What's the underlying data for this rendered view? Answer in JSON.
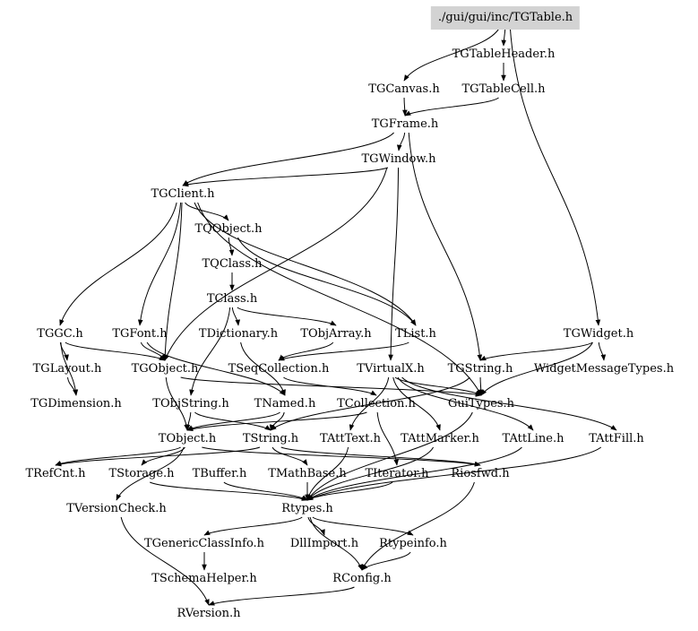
{
  "root": "./gui/gui/inc/TGTable.h",
  "nodes": [
    {
      "id": "tgtable",
      "label": "./gui/gui/inc/TGTable.h",
      "root": true
    },
    {
      "id": "tgtableheader",
      "label": "TGTableHeader.h"
    },
    {
      "id": "tgcanvas",
      "label": "TGCanvas.h"
    },
    {
      "id": "tgtablecell",
      "label": "TGTableCell.h"
    },
    {
      "id": "tgframe",
      "label": "TGFrame.h"
    },
    {
      "id": "tgwindow",
      "label": "TGWindow.h"
    },
    {
      "id": "tgclient",
      "label": "TGClient.h"
    },
    {
      "id": "tqobject",
      "label": "TQObject.h"
    },
    {
      "id": "tqclass",
      "label": "TQClass.h"
    },
    {
      "id": "tclass",
      "label": "TClass.h"
    },
    {
      "id": "tggc",
      "label": "TGGC.h"
    },
    {
      "id": "tgfont",
      "label": "TGFont.h"
    },
    {
      "id": "tdictionary",
      "label": "TDictionary.h"
    },
    {
      "id": "tobjarray",
      "label": "TObjArray.h"
    },
    {
      "id": "tlist",
      "label": "TList.h"
    },
    {
      "id": "tgwidget",
      "label": "TGWidget.h"
    },
    {
      "id": "tglayout",
      "label": "TGLayout.h"
    },
    {
      "id": "tgobject",
      "label": "TGObject.h"
    },
    {
      "id": "tseqcollection",
      "label": "TSeqCollection.h"
    },
    {
      "id": "tvirtualx",
      "label": "TVirtualX.h"
    },
    {
      "id": "tgstring",
      "label": "TGString.h"
    },
    {
      "id": "widgetmessagetypes",
      "label": "WidgetMessageTypes.h"
    },
    {
      "id": "tgdimension",
      "label": "TGDimension.h"
    },
    {
      "id": "tobjstring",
      "label": "TObjString.h"
    },
    {
      "id": "tnamed",
      "label": "TNamed.h"
    },
    {
      "id": "tcollection",
      "label": "TCollection.h"
    },
    {
      "id": "guitypes",
      "label": "GuiTypes.h"
    },
    {
      "id": "tobject",
      "label": "TObject.h"
    },
    {
      "id": "tstring",
      "label": "TString.h"
    },
    {
      "id": "tatttext",
      "label": "TAttText.h"
    },
    {
      "id": "tattmarker",
      "label": "TAttMarker.h"
    },
    {
      "id": "tattline",
      "label": "TAttLine.h"
    },
    {
      "id": "tattfill",
      "label": "TAttFill.h"
    },
    {
      "id": "trefcnt",
      "label": "TRefCnt.h"
    },
    {
      "id": "tstorage",
      "label": "TStorage.h"
    },
    {
      "id": "tbuffer",
      "label": "TBuffer.h"
    },
    {
      "id": "tmathbase",
      "label": "TMathBase.h"
    },
    {
      "id": "titerator",
      "label": "TIterator.h"
    },
    {
      "id": "riosfwd",
      "label": "Riosfwd.h"
    },
    {
      "id": "tversioncheck",
      "label": "TVersionCheck.h"
    },
    {
      "id": "rtypes",
      "label": "Rtypes.h"
    },
    {
      "id": "tgenericclassinfo",
      "label": "TGenericClassInfo.h"
    },
    {
      "id": "dllimport",
      "label": "DllImport.h"
    },
    {
      "id": "rtypeinfo",
      "label": "Rtypeinfo.h"
    },
    {
      "id": "tschemahelper",
      "label": "TSchemaHelper.h"
    },
    {
      "id": "rconfig",
      "label": "RConfig.h"
    },
    {
      "id": "rversion",
      "label": "RVersion.h"
    }
  ],
  "edges": [
    [
      "tgtable",
      "tgtableheader"
    ],
    [
      "tgtable",
      "tgcanvas"
    ],
    [
      "tgtable",
      "tgwidget"
    ],
    [
      "tgtableheader",
      "tgtablecell"
    ],
    [
      "tgcanvas",
      "tgframe"
    ],
    [
      "tgtablecell",
      "tgframe"
    ],
    [
      "tgframe",
      "tgwindow"
    ],
    [
      "tgframe",
      "tgclient"
    ],
    [
      "tgframe",
      "tgstring"
    ],
    [
      "tgwindow",
      "tgclient"
    ],
    [
      "tgwindow",
      "tgobject"
    ],
    [
      "tgwindow",
      "tvirtualx"
    ],
    [
      "tgclient",
      "tqobject"
    ],
    [
      "tgclient",
      "tggc"
    ],
    [
      "tgclient",
      "tgfont"
    ],
    [
      "tgclient",
      "tlist"
    ],
    [
      "tgclient",
      "tgobject"
    ],
    [
      "tgclient",
      "guitypes"
    ],
    [
      "tqobject",
      "tqclass"
    ],
    [
      "tqobject",
      "tlist"
    ],
    [
      "tqclass",
      "tclass"
    ],
    [
      "tclass",
      "tdictionary"
    ],
    [
      "tclass",
      "tobjarray"
    ],
    [
      "tclass",
      "tobjstring"
    ],
    [
      "tggc",
      "tgobject"
    ],
    [
      "tggc",
      "tglayout"
    ],
    [
      "tggc",
      "tgdimension"
    ],
    [
      "tgfont",
      "tgobject"
    ],
    [
      "tgfont",
      "tnamed"
    ],
    [
      "tdictionary",
      "tnamed"
    ],
    [
      "tobjarray",
      "tseqcollection"
    ],
    [
      "tlist",
      "tseqcollection"
    ],
    [
      "tgwidget",
      "tgstring"
    ],
    [
      "tgwidget",
      "widgetmessagetypes"
    ],
    [
      "tgwidget",
      "guitypes"
    ],
    [
      "tglayout",
      "tgdimension"
    ],
    [
      "tgobject",
      "tobject"
    ],
    [
      "tgobject",
      "guitypes"
    ],
    [
      "tseqcollection",
      "tcollection"
    ],
    [
      "tvirtualx",
      "tatttext"
    ],
    [
      "tvirtualx",
      "tattmarker"
    ],
    [
      "tvirtualx",
      "tattline"
    ],
    [
      "tvirtualx",
      "tattfill"
    ],
    [
      "tvirtualx",
      "guitypes"
    ],
    [
      "tgstring",
      "tstring"
    ],
    [
      "tgstring",
      "guitypes"
    ],
    [
      "tobjstring",
      "tobject"
    ],
    [
      "tobjstring",
      "tstring"
    ],
    [
      "tnamed",
      "tobject"
    ],
    [
      "tnamed",
      "tstring"
    ],
    [
      "tcollection",
      "tobject"
    ],
    [
      "tcollection",
      "titerator"
    ],
    [
      "guitypes",
      "rtypes"
    ],
    [
      "tobject",
      "trefcnt"
    ],
    [
      "tobject",
      "tstorage"
    ],
    [
      "tobject",
      "tversioncheck"
    ],
    [
      "tobject",
      "riosfwd"
    ],
    [
      "tstring",
      "trefcnt"
    ],
    [
      "tstring",
      "tmathbase"
    ],
    [
      "tstring",
      "riosfwd"
    ],
    [
      "tatttext",
      "rtypes"
    ],
    [
      "tattmarker",
      "rtypes"
    ],
    [
      "tattline",
      "rtypes"
    ],
    [
      "tattfill",
      "rtypes"
    ],
    [
      "tstorage",
      "rtypes"
    ],
    [
      "tbuffer",
      "rtypes"
    ],
    [
      "tmathbase",
      "rtypes"
    ],
    [
      "titerator",
      "rtypes"
    ],
    [
      "riosfwd",
      "rconfig"
    ],
    [
      "tversioncheck",
      "rversion"
    ],
    [
      "rtypes",
      "tgenericclassinfo"
    ],
    [
      "rtypes",
      "dllimport"
    ],
    [
      "rtypes",
      "rtypeinfo"
    ],
    [
      "rtypes",
      "rconfig"
    ],
    [
      "tgenericclassinfo",
      "tschemahelper"
    ],
    [
      "rtypeinfo",
      "rconfig"
    ],
    [
      "rconfig",
      "rversion"
    ]
  ]
}
